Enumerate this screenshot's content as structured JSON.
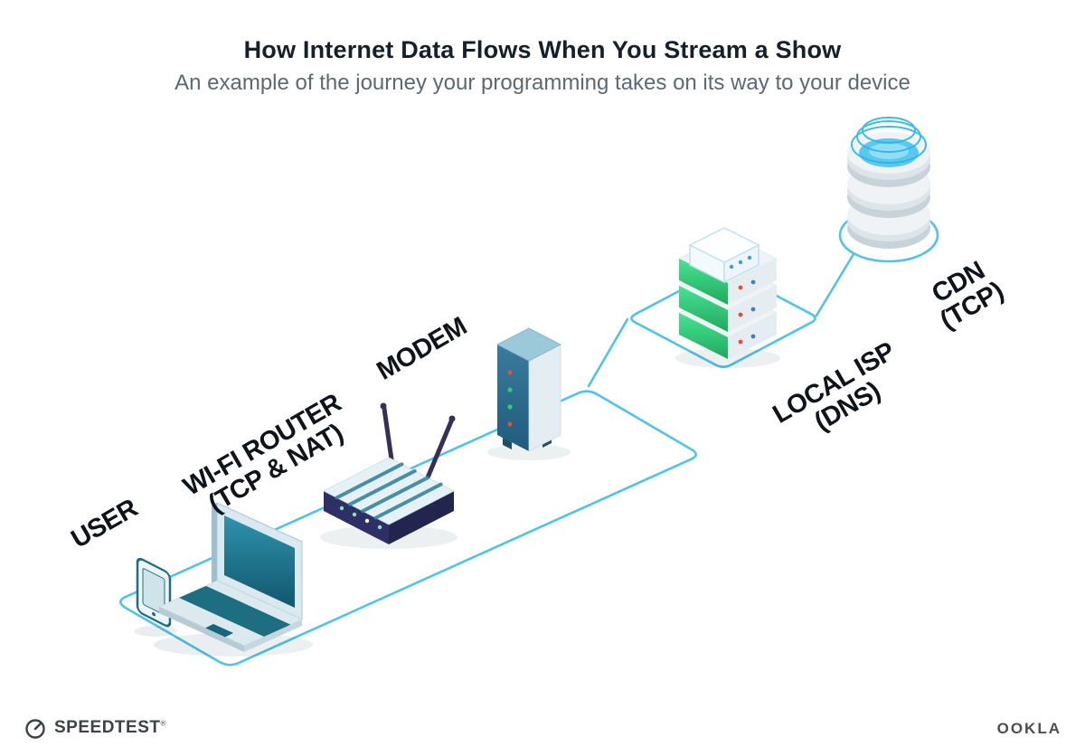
{
  "header": {
    "title": "How Internet Data Flows When You Stream a Show",
    "subtitle": "An example of the journey your programming takes on its way to your device"
  },
  "nodes": [
    {
      "id": "user",
      "line1": "USER",
      "line2": ""
    },
    {
      "id": "wifi_router",
      "line1": "WI-FI ROUTER",
      "line2": "(TCP & NAT)"
    },
    {
      "id": "modem",
      "line1": "MODEM",
      "line2": ""
    },
    {
      "id": "local_isp",
      "line1": "LOCAL ISP",
      "line2": "(DNS)"
    },
    {
      "id": "cdn",
      "line1": "CDN",
      "line2": "(TCP)"
    }
  ],
  "footer": {
    "speedtest": "SPEEDTEST",
    "registered_mark": "®",
    "ookla": "OOKLA"
  },
  "colors": {
    "trace": "#4fc3ea",
    "device_teal": "#1d6e80",
    "router_navy": "#2d2f66",
    "server_green": "#2ecc71",
    "led_red": "#e74c3c",
    "led_green": "#2ecc71",
    "cdn_ring": "#2ab5e8"
  }
}
